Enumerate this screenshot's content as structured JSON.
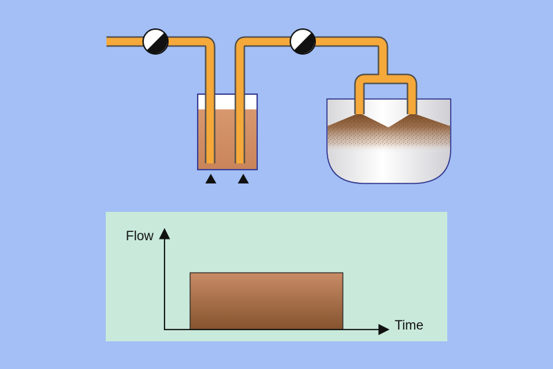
{
  "colors": {
    "background": "#a3bff5",
    "pipe": "#f5a93a",
    "pipe_outline": "#4a4a4a",
    "vessel_outline": "#2b2f8a",
    "liquid": "#d08d63",
    "sediment": "#7a4a24",
    "graph_panel": "#c9eadb",
    "flow_block_top": "#c98c66",
    "flow_block_bottom": "#84532e"
  },
  "icons": {
    "valve_left": "half-filled-circle-valve",
    "valve_right": "half-filled-circle-valve",
    "outlet_left": "triangle-pointer",
    "outlet_right": "triangle-pointer"
  },
  "chart_data": {
    "type": "area",
    "xlabel": "Time",
    "ylabel": "Flow",
    "grid": false,
    "series": [
      {
        "x": [
          0,
          0.1,
          0.1,
          0.9,
          0.9,
          1.0
        ],
        "y": [
          0,
          0,
          1,
          1,
          0,
          0
        ]
      }
    ]
  }
}
